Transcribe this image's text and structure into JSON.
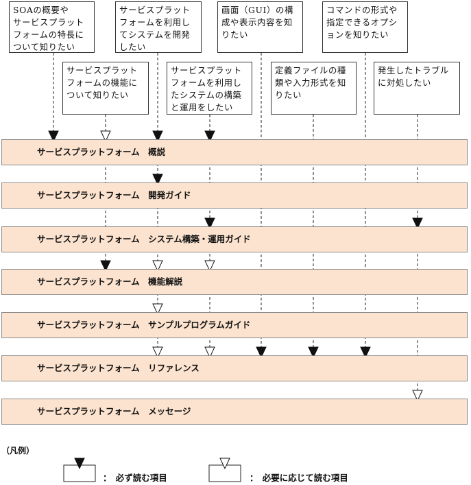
{
  "goals_top": [
    {
      "id": "soa",
      "text": "SOAの概要や\nサービスプラット\nフォームの特長に\nついて知りたい"
    },
    {
      "id": "dev",
      "text": "サービスプラット\nフォームを利用し\nてシステムを開発\nしたい"
    },
    {
      "id": "gui",
      "text": "画面（GUI）の構\n成や表示内容を知\nりたい"
    },
    {
      "id": "cmd",
      "text": "コマンドの形式や\n指定できるオプシ\nョンを知りたい"
    }
  ],
  "goals_bottom": [
    {
      "id": "func",
      "text": "サービスプラット\nフォームの機能に\nついて知りたい"
    },
    {
      "id": "build",
      "text": "サービスプラット\nフォームを利用し\nたシステムの構築\nと運用をしたい"
    },
    {
      "id": "def",
      "text": "定義ファイルの種\n類や入力形式を知\nりたい"
    },
    {
      "id": "trouble",
      "text": "発生したトラブル\nに対処したい"
    }
  ],
  "manuals": [
    {
      "id": "overview",
      "label": "サービスプラットフォーム　概説"
    },
    {
      "id": "devguide",
      "label": "サービスプラットフォーム　開発ガイド"
    },
    {
      "id": "sysguide",
      "label": "サービスプラットフォーム　システム構築・運用ガイド"
    },
    {
      "id": "funcdesc",
      "label": "サービスプラットフォーム　機能解説"
    },
    {
      "id": "sample",
      "label": "サービスプラットフォーム　サンプルプログラムガイド"
    },
    {
      "id": "reference",
      "label": "サービスプラットフォーム　リファレンス"
    },
    {
      "id": "messages",
      "label": "サービスプラットフォーム　メッセージ"
    }
  ],
  "flows": [
    {
      "goal": "soa",
      "manual": "overview",
      "kind": "required"
    },
    {
      "goal": "func",
      "manual": "overview",
      "kind": "optional"
    },
    {
      "goal": "dev",
      "manual": "overview",
      "kind": "required"
    },
    {
      "goal": "build",
      "manual": "overview",
      "kind": "required"
    },
    {
      "goal": "dev",
      "manual": "devguide",
      "kind": "required"
    },
    {
      "goal": "build",
      "manual": "sysguide",
      "kind": "required"
    },
    {
      "goal": "trouble",
      "manual": "sysguide",
      "kind": "required"
    },
    {
      "goal": "func",
      "manual": "funcdesc",
      "kind": "required"
    },
    {
      "goal": "dev",
      "manual": "funcdesc",
      "kind": "optional"
    },
    {
      "goal": "build",
      "manual": "funcdesc",
      "kind": "optional"
    },
    {
      "goal": "dev",
      "manual": "sample",
      "kind": "optional"
    },
    {
      "goal": "dev",
      "manual": "reference",
      "kind": "optional"
    },
    {
      "goal": "build",
      "manual": "reference",
      "kind": "optional"
    },
    {
      "goal": "gui",
      "manual": "reference",
      "kind": "required"
    },
    {
      "goal": "def",
      "manual": "reference",
      "kind": "required"
    },
    {
      "goal": "cmd",
      "manual": "reference",
      "kind": "required"
    },
    {
      "goal": "trouble",
      "manual": "messages",
      "kind": "optional"
    }
  ],
  "legend": {
    "title": "（凡例）",
    "required_label": "：　必ず読む項目",
    "optional_label": "：　必要に応じて読む項目"
  }
}
